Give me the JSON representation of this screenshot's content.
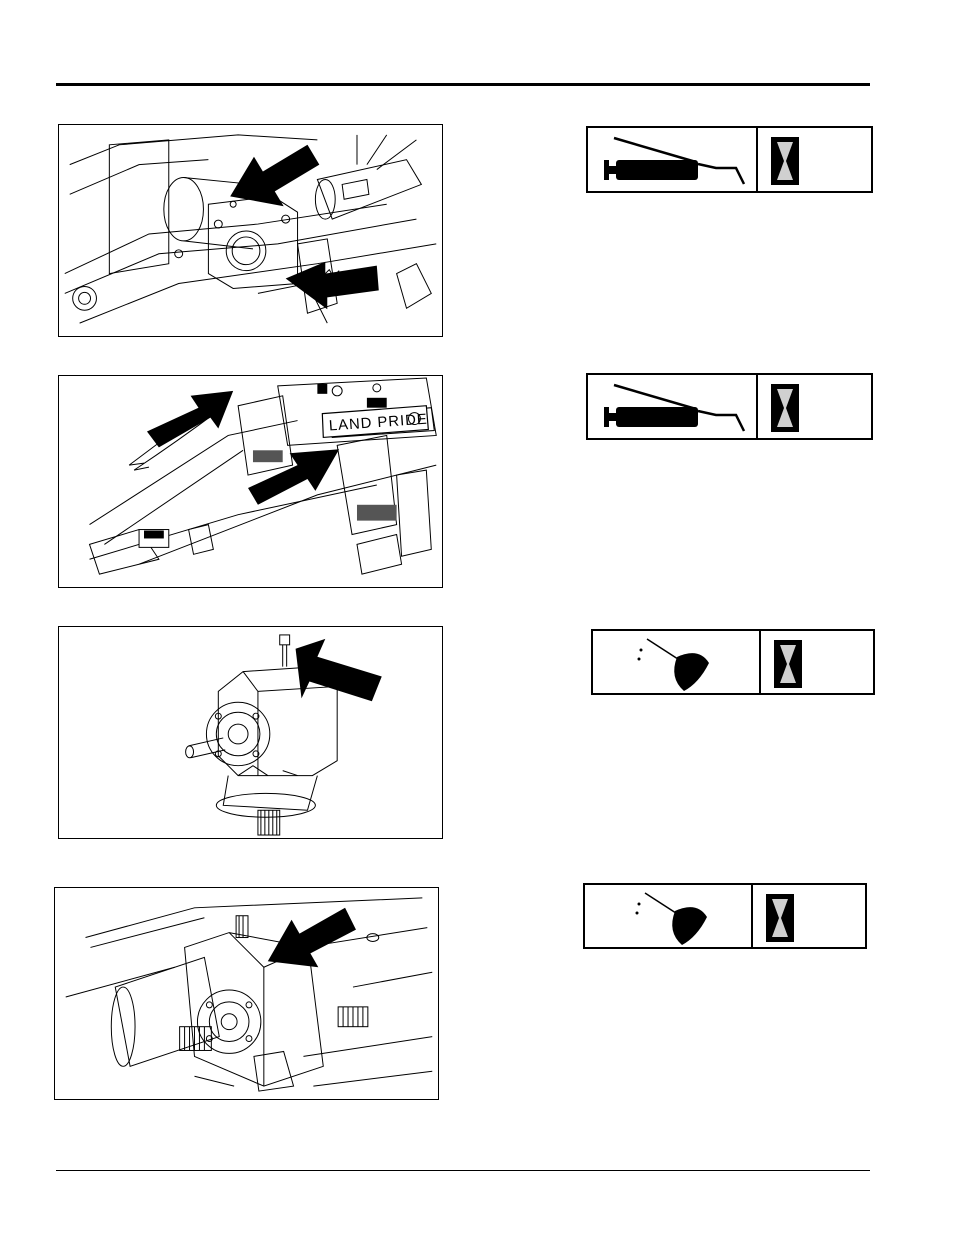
{
  "page": {
    "figures": [
      {
        "id": "fig-1",
        "subject": "pivot-tube"
      },
      {
        "id": "fig-2",
        "subject": "hitch-frame",
        "brand_label": "LAND PRIDE"
      },
      {
        "id": "fig-3",
        "subject": "gearbox-fill-plug"
      },
      {
        "id": "fig-4",
        "subject": "splitter-gearbox"
      }
    ],
    "symbols": [
      {
        "id": "sym-1",
        "lubricant_icon": "grease-gun-icon",
        "interval_icon": "hourglass-icon"
      },
      {
        "id": "sym-2",
        "lubricant_icon": "grease-gun-icon",
        "interval_icon": "hourglass-icon"
      },
      {
        "id": "sym-3",
        "lubricant_icon": "oil-can-icon",
        "interval_icon": "hourglass-icon"
      },
      {
        "id": "sym-4",
        "lubricant_icon": "oil-can-icon",
        "interval_icon": "hourglass-icon"
      }
    ]
  }
}
